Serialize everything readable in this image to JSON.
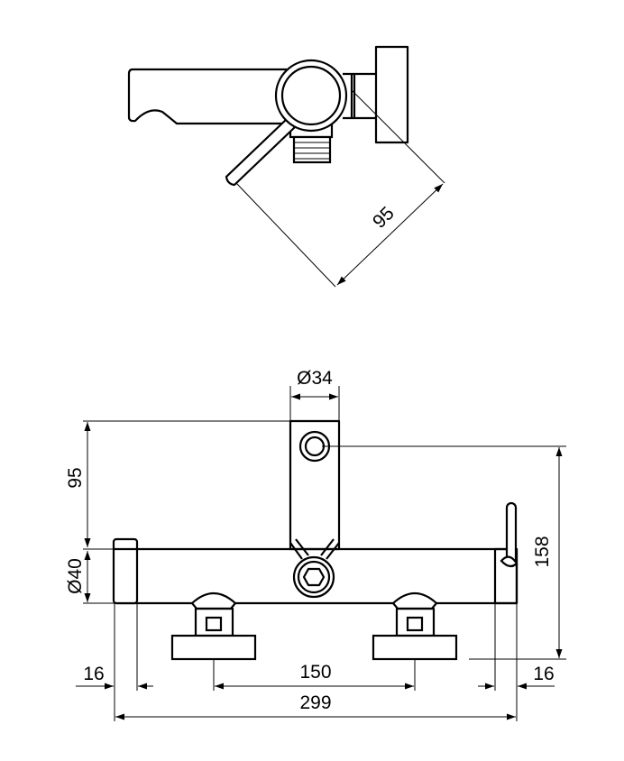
{
  "top_view": {
    "dim_depth": "95"
  },
  "front_view": {
    "dim_spout_diameter": "Ø34",
    "dim_spout_height": "95",
    "dim_body_diameter": "Ø40",
    "dim_total_height": "158",
    "dim_left_cap": "16",
    "dim_center_distance": "150",
    "dim_right_cap": "16",
    "dim_total_width": "299"
  }
}
